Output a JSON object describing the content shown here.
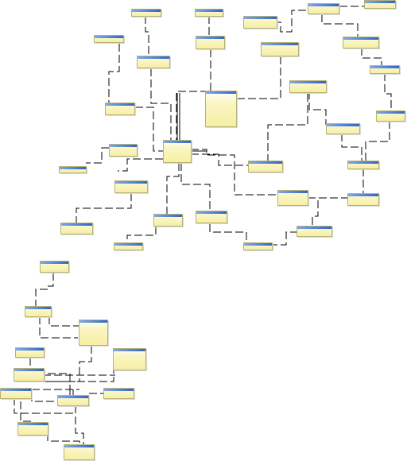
{
  "diagram": {
    "kind": "database-schema",
    "table_header_color": "#3a6fd0",
    "table_body_color": "#f7f0a8",
    "connector_color": "#000000",
    "tables": [
      {
        "id": "t1"
      },
      {
        "id": "t2"
      },
      {
        "id": "t3"
      },
      {
        "id": "t4"
      },
      {
        "id": "t5"
      },
      {
        "id": "t6"
      },
      {
        "id": "t7"
      },
      {
        "id": "t8"
      },
      {
        "id": "t9"
      },
      {
        "id": "t10"
      },
      {
        "id": "t11"
      },
      {
        "id": "t12"
      },
      {
        "id": "t13"
      },
      {
        "id": "t14"
      },
      {
        "id": "t15"
      },
      {
        "id": "t16"
      },
      {
        "id": "t17"
      },
      {
        "id": "t18"
      },
      {
        "id": "t19"
      },
      {
        "id": "t20"
      },
      {
        "id": "t21"
      },
      {
        "id": "t22"
      },
      {
        "id": "t23"
      },
      {
        "id": "t24"
      },
      {
        "id": "t25"
      },
      {
        "id": "t26"
      },
      {
        "id": "t27"
      },
      {
        "id": "t28"
      },
      {
        "id": "t29"
      },
      {
        "id": "t30"
      },
      {
        "id": "t31"
      },
      {
        "id": "t32"
      },
      {
        "id": "t33"
      },
      {
        "id": "t34"
      },
      {
        "id": "t35"
      },
      {
        "id": "t36"
      },
      {
        "id": "t37"
      },
      {
        "id": "t38"
      },
      {
        "id": "t39"
      },
      {
        "id": "t40"
      },
      {
        "id": "t41"
      },
      {
        "id": "t42"
      },
      {
        "id": "t43"
      }
    ]
  }
}
